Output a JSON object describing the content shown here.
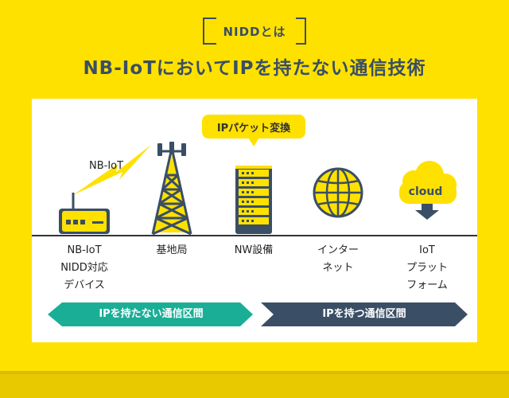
{
  "header": {
    "tag": "NIDDとは",
    "title": "NB-IoTにおいてIPを持たない通信技術"
  },
  "diagram": {
    "bubble": "IPパケット変換",
    "link_label": "NB-IoT",
    "cloud_label": "cloud",
    "nodes": [
      {
        "label": "NB-IoT\nNIDD対応\nデバイス"
      },
      {
        "label": "基地局"
      },
      {
        "label": "NW設備"
      },
      {
        "label": "インター\nネット"
      },
      {
        "label": "IoT\nプラット\nフォーム"
      }
    ],
    "segments": {
      "without_ip": "IPを持たない通信区間",
      "with_ip": "IPを持つ通信区間"
    }
  },
  "colors": {
    "background": "#FFE100",
    "navy": "#3a4e66",
    "teal": "#1AAE96",
    "yellow": "#FFE100"
  }
}
